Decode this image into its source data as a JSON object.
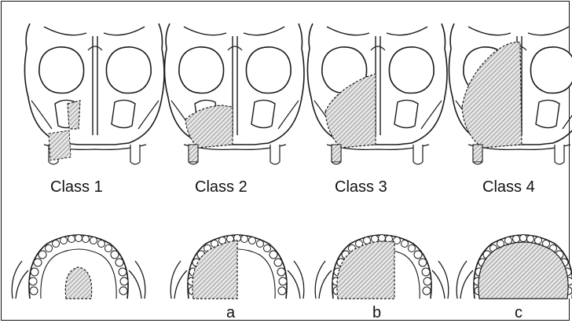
{
  "top_row": {
    "labels": [
      "Class 1",
      "Class 2",
      "Class 3",
      "Class 4"
    ]
  },
  "bottom_row": {
    "labels": [
      "",
      "a",
      "b",
      "c"
    ]
  },
  "colors": {
    "line": "#1a1a1a",
    "hatch": "#8a8a8a",
    "background": "#ffffff"
  }
}
